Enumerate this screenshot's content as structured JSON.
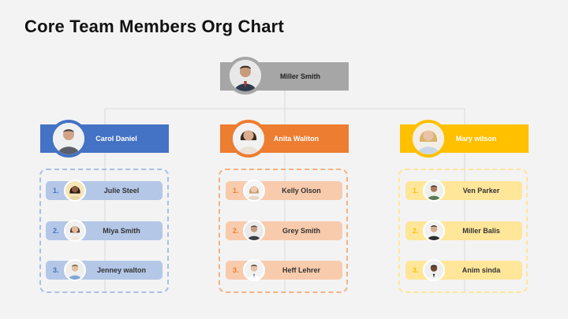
{
  "title": "Core Team Members Org Chart",
  "root": {
    "name": "Miller Smith"
  },
  "teams": [
    {
      "lead": "Carol Daniel",
      "color": "#4472c4",
      "members": [
        {
          "num": "1.",
          "name": "Julie Steel"
        },
        {
          "num": "2.",
          "name": "Miya Smith"
        },
        {
          "num": "3.",
          "name": "Jenney walton"
        }
      ]
    },
    {
      "lead": "Anita Waliton",
      "color": "#ed7d31",
      "members": [
        {
          "num": "1.",
          "name": "Kelly Olson"
        },
        {
          "num": "2.",
          "name": "Grey Smith"
        },
        {
          "num": "3.",
          "name": "Heff Lehrer"
        }
      ]
    },
    {
      "lead": "Mary wilson",
      "color": "#ffc000",
      "members": [
        {
          "num": "1.",
          "name": "Ven Parker"
        },
        {
          "num": "2.",
          "name": "Miller Balis"
        },
        {
          "num": "3.",
          "name": "Anim sinda"
        }
      ]
    }
  ]
}
